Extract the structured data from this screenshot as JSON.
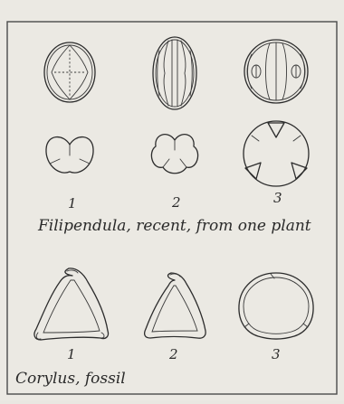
{
  "figure": {
    "filipendula": {
      "caption": "Filipendula, recent, from one plant",
      "numbers": [
        "1",
        "2",
        "3"
      ]
    },
    "corylus": {
      "caption": "Corylus, fossil",
      "numbers": [
        "1",
        "2",
        "3"
      ]
    }
  }
}
